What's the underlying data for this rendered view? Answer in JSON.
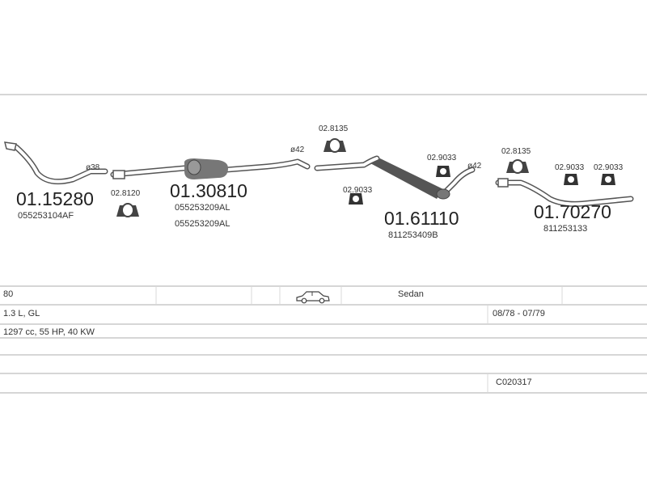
{
  "parts": {
    "p1": {
      "number": "01.15280",
      "oem": "055253104AF",
      "diameter": "ø38"
    },
    "p2": {
      "number": "01.30810",
      "oem1": "055253209AL",
      "oem2": "055253209AL",
      "diameter": "ø42"
    },
    "p3": {
      "number": "01.61110",
      "oem": "811253409B",
      "diameter": "ø42"
    },
    "p4": {
      "number": "01.70270",
      "oem": "811253133"
    }
  },
  "mounts": {
    "m1": "02.8120",
    "m2": "02.8135",
    "m3": "02.9033",
    "m4": "02.9033",
    "m5": "02.8135",
    "m6": "02.9033",
    "m7": "02.9033"
  },
  "table": {
    "model": "80",
    "body_type": "Sedan",
    "engine": "1.3 L, GL",
    "years": "08/78 - 07/79",
    "specs": "1297 cc, 55 HP, 40 KW",
    "code": "C020317"
  },
  "icons": {
    "car": "car-sedan-icon",
    "mount": "rubber-mount-icon"
  }
}
